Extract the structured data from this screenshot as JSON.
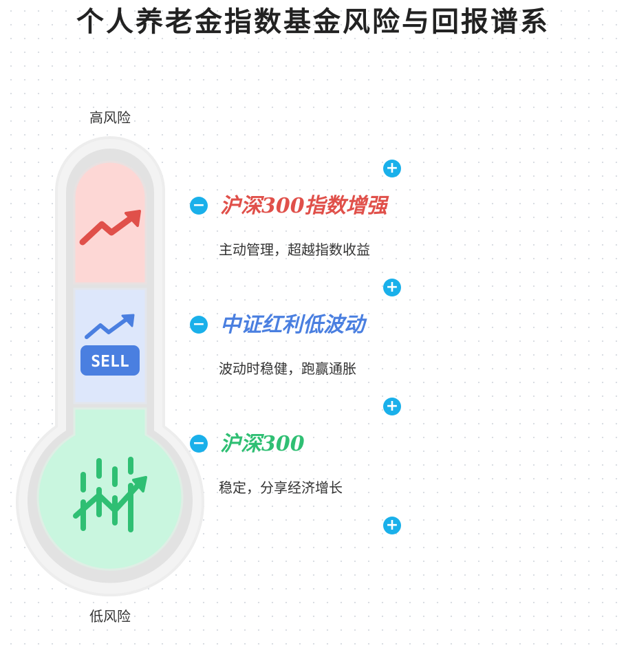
{
  "title": "个人养老金指数基金风险与回报谱系",
  "risk_scale": {
    "high": "高风险",
    "low": "低风险"
  },
  "tiers": [
    {
      "name": "沪深300指数增强",
      "desc": "主动管理，超越指数收益",
      "color": "#e0504a",
      "icon": "trending-up-icon"
    },
    {
      "name": "中证红利低波动",
      "desc": "波动时稳健，跑赢通胀",
      "color": "#4a7fe0",
      "icon": "sell-chart-icon"
    },
    {
      "name": "沪深300",
      "desc": "稳定，分享经济增长",
      "color": "#2fbf73",
      "icon": "growth-bars-icon"
    }
  ],
  "colors": {
    "accent": "#1ab0ea",
    "high_fill": "#fdd7d5",
    "mid_fill": "#dde7fb",
    "low_fill": "#c9f6df"
  }
}
